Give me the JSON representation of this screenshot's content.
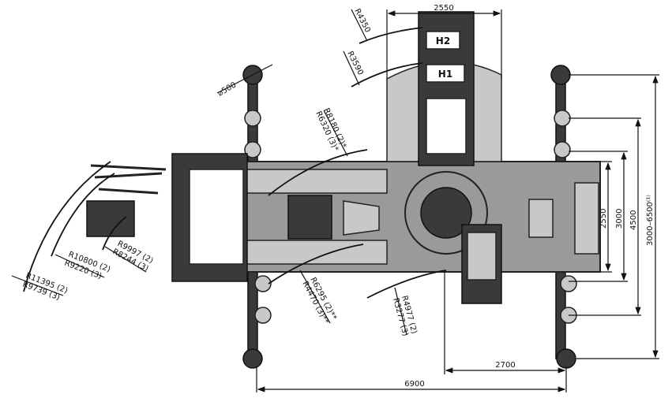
{
  "title_block": {
    "h2": "H2",
    "h1": "H1"
  },
  "dimensions": {
    "top_width": "2550",
    "right_2550": "2550",
    "right_3000": "3000",
    "right_4500": "4500",
    "right_outrigger": "3000–6500⁽¹⁾",
    "bottom_2700": "2700",
    "bottom_6900": "6900",
    "pad_diameter": "⌀500"
  },
  "radii": {
    "r4350": "R4350",
    "r3590": "R3590",
    "r8180": "R8180 (2)*",
    "r6320": "R6320 (3)*",
    "r6295": "R6295 (2)**",
    "r4470": "R4470 (3)**",
    "r4977": "R4977 (2)",
    "r3277": "R3277 (3)",
    "r9997": "R9997 (2)",
    "r8244": "R8244 (3)",
    "r10800": "R10800 (2)",
    "r9220": "R9220 (3)",
    "r11395": "R11395 (2)",
    "r9739": "R9739 (3)"
  },
  "colors": {
    "body": "#9a9a9a",
    "dark": "#3a3a3a",
    "line": "#111111"
  }
}
